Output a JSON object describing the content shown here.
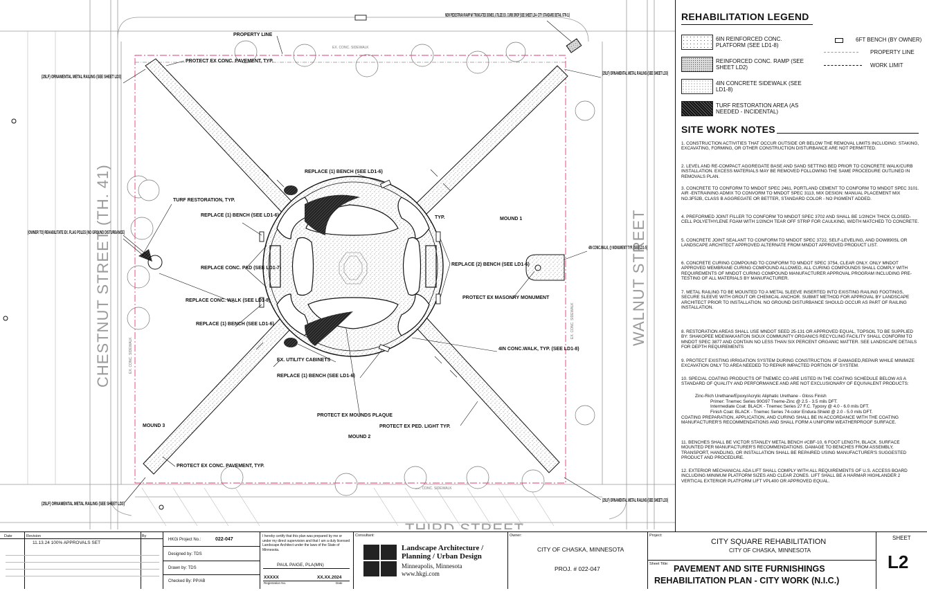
{
  "plan": {
    "streets": {
      "west": "CHESTNUT STREET (TH. 41)",
      "east": "WALNUT STREET",
      "south": "THIRD STREET"
    },
    "sidewalk_labels": {
      "north": "EX. CONC. SIDEWALK",
      "south": "EX. CONC. SIDEWALK",
      "east": "EX. CONC. SIDEWALK",
      "west": "EX. CONC. SIDEWALK"
    },
    "callouts": {
      "ramp": "NEW PEDESTRIAN RAMP W/ TRUNCATED DOMES, UTILIZE EX. CURB DROP (SEE SHEET LD4- CITY STANDARD DETAIL STR-11)",
      "property_line": "PROPERTY LINE",
      "protect_pavement_n": "PROTECT EX CONC. PAVEMENT, TYP.",
      "railing_nw": "(25LF) ORNAMENTAL METAL RAILING (SEE SHEET LD3)",
      "railing_ne": "(25LF) ORNAMENTAL METAL RAILING (SEE SHEET LD3)",
      "railing_sw": "(25LF) ORNAMENTAL METAL RAILING (SEE SHEET LD3)",
      "railing_se": "(25LF) ORNAMENTAL METAL RAILING (SEE SHEET LD3)",
      "replace_bench_top": "REPLACE (1) BENCH (SEE LD1-6)",
      "turf": "TURF RESTORATION, TYP.",
      "replace_bench_left": "REPLACE (1) BENCH (SEE LD1-6)",
      "flag": "(OWNER TO) REHABILITATE EX. FLAG POLES (NO GROUND DISTURBANCE)",
      "pad": "REPLACE CONC. PAD (SEE LD1-7)",
      "walk": "REPLACE CONC. WALK (SEE LD1-8)",
      "replace_bench_lower": "REPLACE (1) BENCH (SEE LD1-6)",
      "mound1": "MOUND 1",
      "mound2": "MOUND 2",
      "mound3": "MOUND 3",
      "replace2": "REPLACE (2) BENCH (SEE LD1-6)",
      "monument": "PROTECT EX MASONRY MONUMENT",
      "monwalk": "4IN CONC.WALK, @ MONUMENT TYP. (SEE LD1-5)",
      "walk_typ": "4IN CONC.WALK, TYP. (SEE LD1-8)",
      "utility": "EX. UTILITY CABINETS",
      "replace_bench_bottom": "REPLACE (1) BENCH (SEE LD1-6)",
      "plaque": "PROTECT EX MOUNDS PLAQUE",
      "light": "PROTECT EX PED. LIGHT TYP.",
      "protect_pavement_s": "PROTECT EX CONC. PAVEMENT, TYP.",
      "typ": "TYP."
    }
  },
  "legend": {
    "title": "REHABILITATION LEGEND",
    "items": [
      {
        "label": "6IN REINFORCED CONC. PLATFORM (SEE LD1-8)"
      },
      {
        "label": "REINFORCED CONC. RAMP (SEE SHEET LD2)"
      },
      {
        "label": "4IN CONCRETE SIDEWALK (SEE LD1-8)"
      },
      {
        "label": "TURF RESTORATION AREA (AS NEEDED - INCIDENTAL)"
      }
    ],
    "symbols": [
      {
        "label": "6FT BENCH (BY OWNER)"
      },
      {
        "label": "PROPERTY LINE"
      },
      {
        "label": "WORK LIMIT"
      }
    ]
  },
  "notes": {
    "title": "SITE WORK NOTES",
    "items": [
      "1. CONSTRUCTION ACTIVITIES THAT OCCUR OUTSIDE OR BELOW THE REMOVAL LIMITS INCLUDING: STAKING, EXCAVATING, FORMING, OR OTHER CONSTRUCTION DISTURBANCE ARE NOT PERMITTED.",
      "2. LEVEL AND RE-COMPACT AGGREGATE BASE AND SAND SETTING BED PRIOR TO CONCRETE WALK/CURB INSTALLATION. EXCESS MATERIALS MAY BE REMOVED FOLLOWING THE SAME PROCEDURE OUTLINED IN REMOVALS PLAN.",
      "3. CONCRETE TO CONFORM TO MNDOT SPEC 2461, PORTLAND CEMENT TO CONFORM TO MNDOT SPEC 3101. AIR -ENTRAINING ADMIX TO CONVORM TO MNDOT SPEC 3113, MIX DESIGN: MANUAL PLACEMENT MIX NO.3F52B, CLASS B AGGREGATE OR BETTER, STANDARD COLOR - NO PIGMENT ADDED.",
      "4. PREFORMED JOINT FILLER TO CONFORM TO MNDOT SPEC 3702 AND SHALL BE 1/2INCH THICK CLOSED-CELL POLYETHYLENE FOAM WITH 1/2INCH TEAR OFF STRIP FOR CAULKING, WIDTH MATCHED TO CONCRETE.",
      "5. CONCRETE JOINT SEALANT TO CONFORM TO MNDOT SPEC 3722, SELF-LEVELING, AND DOW890SL OR LANDSCAPE ARCHITECT APPROVED ALTERNATE FROM MNDOT APPROVED PRODUCT LIST.",
      "6. CONCRETE CURING COMPOUND TO CONFORM TO MNDOT SPEC 3754, CLEAR ONLY. ONLY MNDOT APPROVED MEMBRANE CURING COMPOUND ALLOWED, ALL CURING COMPOUNDS SHALL COMPLY WITH REQUIREMENTS OF MNDOT CURING COMPOUND MANUFACTURER APPROVAL PROGRAM INCLUDING PRE-TESTING OF ALL MATERIALS BY MANUFACTURER.",
      "7. METAL RAILING TO BE MOUNTED TO A METAL SLEEVE INSERTED INTO EXISTING RAILING FOOTINGS, SECURE SLEEVE WITH GROUT OR CHEMICAL ANCHOR. SUBMIT METHOD FOR APPROVAL BY LANDSCAPE ARCHITECT PRIOR TO INSTALLATION. NO GROUND DISTURBANCE SHOULD OCCUR AS PART OF RAILING INSTALLATION.",
      "8. RESTORATION AREAS SHALL USE MNDOT SEED 25-131 OR APPROVED EQUAL, TOPSOIL TO BE SUPPLIED BY: SHAKOPEE MDEWAKANTON SIOUX COMMUNITY ORGANICS RECYCLING FACILITY SHALL CONFORM TO MNDOT SPEC 3877 AND CONTAIN NO LESS THAN SIX PERCENT ORGANIC MATTER. SEE LANDSCAPE DETAILS FOR DEPTH REQUIREMENTS",
      "9. PROTECT EXISTING IRRIGATION SYSTEM DURING CONSTRUCTION. IF DAMAGED,REPAIR WHILE MINIMIZE EXCAVATION ONLY TO AREA NEEDED TO REPAIR IMPACTED PORTION OF SYSTEM.",
      "10. SPECIAL COATING PRODUCTS OF TNEMEC CO ARE LISTED IN THE COATING SCHEDULE BELOW AS A STANDARD OF QUALITY AND PERFORMANCE AND ARE NOT EXCLUSIONARY OF EQUIVALENT PRODUCTS:",
      "11. BENCHES SHALL BE VICTOR STANLEY METAL BENCH #CBF-10, 6 FOOT LENGTH, BLACK. SURFACE MOUNTED PER MANUFACTURER'S RECOMMENDATIONS. DAMAGE TO BENCHES FROM ASSEMBLY, TRANSPORT, HANDLING, OR INSTALLATION SHALL BE REPAIRED USING MANUFACTURER'S SUGGESTED PRODUCT AND PROCEDURE.",
      "12. EXTERIOR MECHANICAL ADA LIFT SHALL COMPLY WITH ALL REQUIREMENTS OF U.S. ACCESS BOARD INCLUDING MINIMUM PLATFORM SIZES AND CLEAR ZONES. LIFT SHALL BE A HARMAR HIGHLANDER 2 VERTICAL EXTERIOR PLATFORM LIFT VPL400 OR APPROVED EQUAL."
    ],
    "coating": {
      "header": "Zinc-Rich Urethane/Epoxy/Acrylic Aliphatic Urethane - Gloss Finish",
      "primer": "Primer: Tnemec Series 90G97 Tneme-Zinc @ 2.5 - 3.5 mils DFT.",
      "intermediate": "Intermediate Coat: BLACK - Tnemec Series 27 F.C. Typoxy @ 4.0 - 6.0 mils DFT.",
      "finish": "Finish Coat: BLACK - Tnemec Series 74-color Endura-Shield @ 2.0 - 5.0 mils DFT.",
      "after": "COATING PREPARATION, APPLICATION, AND CURING SHALL BE IN ACCORDANCE WITH THE COATING MANUFACTURER'S RECOMMENDATIONS AND SHALL FORM A UNIFORM WEATHERPROOF SURFACE."
    }
  },
  "titleblock": {
    "date_hdr": "Date",
    "revision_hdr": "Revision",
    "by_hdr": "By",
    "revision_row": "11.13.24  100% APPROVALS SET",
    "project_no_lbl": "HKGi Project No.:",
    "project_no": "022-047",
    "designed": "Designed by: TDS",
    "drawn": "Drawn by: TDS",
    "checked": "Checked By: PP/AB",
    "cert": "I hereby certify that this plan was prepared by me or under my direct supervision and that I am a duly licensed Landscape Architect under the laws of the State of Minnesota.",
    "signer": "PAUL PAIGE, PLA(MN)",
    "reg_no": "XXXXX",
    "reg_lbl": "Registration No.",
    "reg_date": "XX.XX.2024",
    "date_lbl": "Date",
    "consultant_lbl": "Consultant:",
    "firm_logo": "HKGi",
    "firm1": "Landscape Architecture /",
    "firm2": "Planning / Urban Design",
    "firm3": "Minneapolis, Minnesota",
    "firm4": "www.hkgi.com",
    "owner_lbl": "Owner:",
    "owner": "CITY OF CHASKA, MINNESOTA",
    "owner_proj": "PROJ. # 022-047",
    "project_lbl": "Project:",
    "project": "CITY SQUARE REHABILITATION",
    "project_city": "CITY OF CHASKA, MINNESOTA",
    "sheet_title_lbl": "Sheet Title:",
    "sheet_title1": "PAVEMENT AND SITE FURNISHINGS",
    "sheet_title2": "REHABILITATION PLAN - CITY WORK (N.I.C.)",
    "sheet_lbl": "SHEET",
    "sheet_no": "L2"
  }
}
